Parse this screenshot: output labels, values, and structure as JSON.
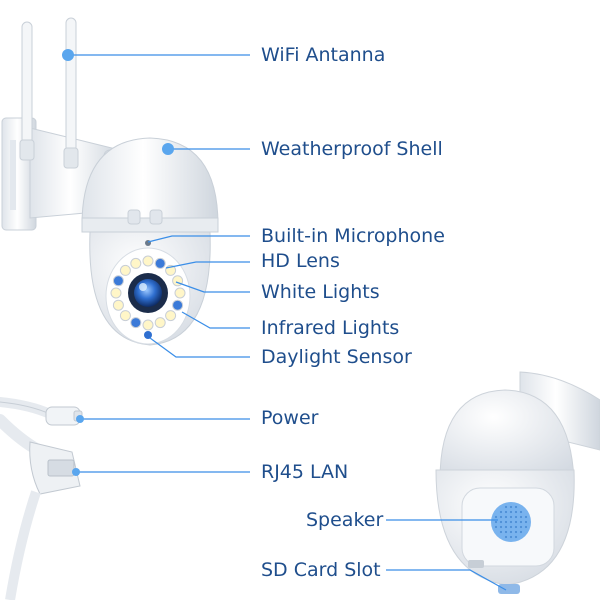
{
  "colors": {
    "label_text": "#1f4e8c",
    "leader_line": "#3a8ee8",
    "dot": "#5aa6ee",
    "body_white": "#f4f6f8",
    "body_shade": "#d5dbe2",
    "lens_blue": "#2f6fd0",
    "white_led": "#fff6c8",
    "ir_led": "#3b7ad8",
    "speaker_blue": "#79b3ee"
  },
  "labels": {
    "wifi_antenna": "WiFi Antanna",
    "weatherproof_shell": "Weatherproof Shell",
    "builtin_microphone": "Built-in Microphone",
    "hd_lens": "HD Lens",
    "white_lights": "White Lights",
    "infrared_lights": "Infrared Lights",
    "daylight_sensor": "Daylight Sensor",
    "power": "Power",
    "rj45_lan": "RJ45 LAN",
    "speaker": "Speaker",
    "sd_card_slot": "SD Card Slot"
  }
}
